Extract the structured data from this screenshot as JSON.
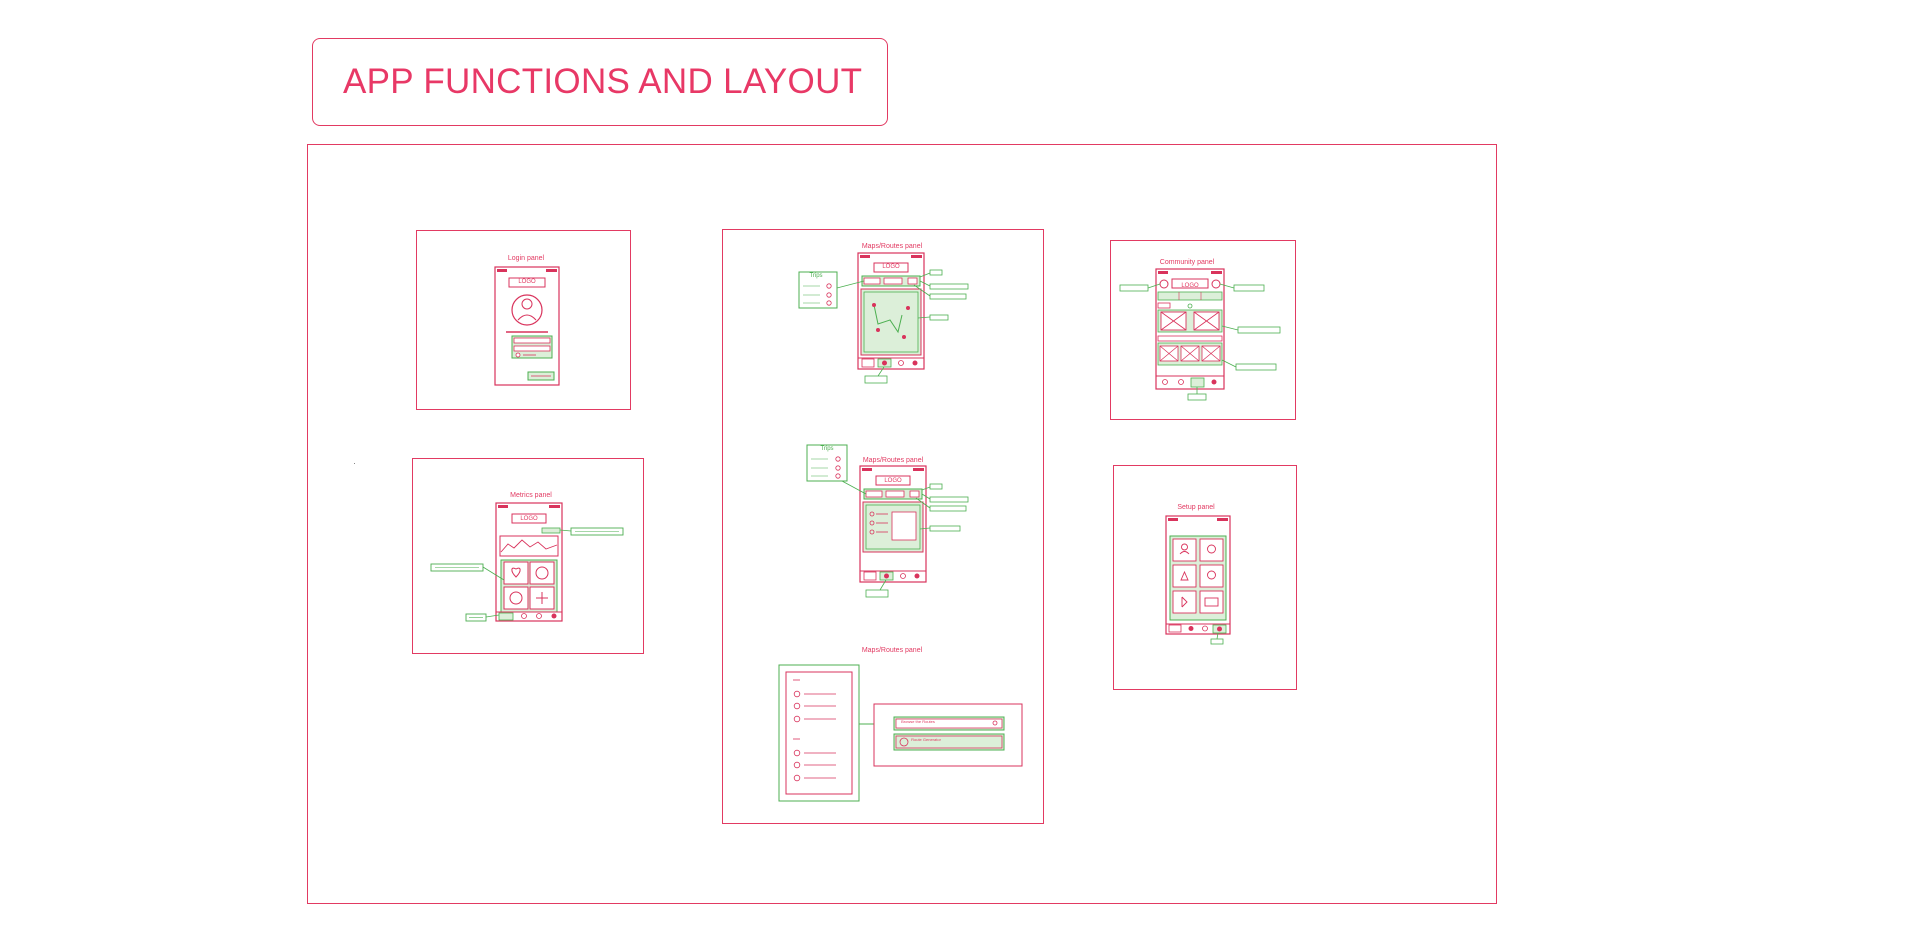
{
  "page_title": "APP FUNCTIONS AND LAYOUT",
  "colors": {
    "accent": "#e23a62",
    "wire_green": "#4caf50",
    "fill_green": "#dcefd9"
  },
  "panels": {
    "login": {
      "label": "Login panel",
      "logo": "LOGO"
    },
    "metrics": {
      "label": "Metrics panel",
      "logo": "LOGO"
    },
    "maps_1": {
      "label": "Maps/Routes panel",
      "logo": "LOGO",
      "note_title": "Trips"
    },
    "maps_2": {
      "label": "Maps/Routes panel",
      "logo": "LOGO",
      "note_title": "Trips"
    },
    "maps_3": {
      "label": "Maps/Routes panel",
      "search_field": "Browse the Routes",
      "create_button": "Route Generator"
    },
    "community": {
      "label": "Community panel",
      "logo": "LOGO"
    },
    "setup": {
      "label": "Setup panel"
    }
  }
}
